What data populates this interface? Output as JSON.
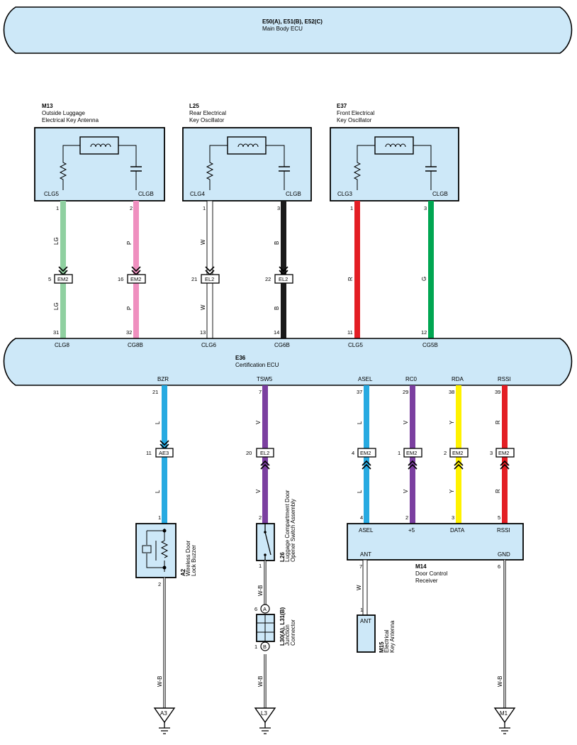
{
  "main_body_ecu": {
    "codes": "E50(A), E51(B), E52(C)",
    "name": "Main Body ECU"
  },
  "certification_ecu": {
    "code": "E36",
    "name": "Certification ECU",
    "top_terminals": [
      "CLG8",
      "CG8B",
      "CLG6",
      "CG6B",
      "CLG5",
      "CG5B"
    ],
    "top_pins": [
      "31",
      "32",
      "13",
      "14",
      "11",
      "12"
    ],
    "bottom_terminals": [
      "BZR",
      "TSW5",
      "ASEL",
      "RC0",
      "RDA",
      "RSSI"
    ],
    "bottom_pins": [
      "21",
      "7",
      "37",
      "29",
      "38",
      "39"
    ]
  },
  "oscillators": [
    {
      "code": "M13",
      "line1": "Outside Luggage",
      "line2": "Electrical Key Antenna",
      "left_terminal": "CLG5",
      "right_terminal": "CLGB",
      "left_pin": "1",
      "right_pin": "2"
    },
    {
      "code": "L25",
      "line1": "Rear Electrical",
      "line2": "Key Oscillator",
      "left_terminal": "CLG4",
      "right_terminal": "CLGB",
      "left_pin": "1",
      "right_pin": "3"
    },
    {
      "code": "E37",
      "line1": "Front Electrical",
      "line2": "Key Oscillator",
      "left_terminal": "CLG3",
      "right_terminal": "CLGB",
      "left_pin": "1",
      "right_pin": "3"
    }
  ],
  "upper_wires": [
    {
      "color_code": "LG",
      "color": "#8fd0a0",
      "conn": "EM2",
      "conn_pin": "5"
    },
    {
      "color_code": "P",
      "color": "#ef8fbf",
      "conn": "EM2",
      "conn_pin": "16"
    },
    {
      "color_code": "W",
      "color": "#ffffff",
      "conn": "EL2",
      "conn_pin": "21"
    },
    {
      "color_code": "B",
      "color": "#1a1a1a",
      "conn": "EL2",
      "conn_pin": "22"
    },
    {
      "color_code": "R",
      "color": "#e31e24"
    },
    {
      "color_code": "G",
      "color": "#00a651"
    }
  ],
  "lower_wires": [
    {
      "color_code": "L",
      "color": "#27aae1",
      "conn": "AE3",
      "conn_pin": "11",
      "end_pin": "1"
    },
    {
      "color_code": "V",
      "color": "#7b3fa0",
      "conn": "EL2",
      "conn_pin": "20",
      "end_pin": "2"
    },
    {
      "color_code": "L",
      "color": "#27aae1",
      "conn": "EM2",
      "conn_pin": "4",
      "end_pin": "4"
    },
    {
      "color_code": "V",
      "color": "#7b3fa0",
      "conn": "EM2",
      "conn_pin": "1",
      "end_pin": "2"
    },
    {
      "color_code": "Y",
      "color": "#fff200",
      "conn": "EM2",
      "conn_pin": "2",
      "end_pin": "3"
    },
    {
      "color_code": "R",
      "color": "#e31e24",
      "conn": "EM2",
      "conn_pin": "3",
      "end_pin": "5"
    }
  ],
  "buzzer": {
    "code": "A2",
    "line1": "Wireless Door",
    "line2": "Lock Buzzer",
    "pin_bottom": "2"
  },
  "switch": {
    "code": "L26",
    "line1": "Luggage Compartment Door",
    "line2": "Opener Switch Assembly",
    "pin_bottom": "1"
  },
  "junction": {
    "code": "L30(A), L31(B)",
    "line1": "Junction",
    "line2": "Connector",
    "pin_a": "6",
    "pin_b": "1",
    "label_a": "A",
    "label_b": "B"
  },
  "receiver": {
    "code": "M14",
    "line1": "Door Control",
    "line2": "Receiver",
    "terminals": [
      "ASEL",
      "+5",
      "DATA",
      "RSSI"
    ],
    "ant_label": "ANT",
    "gnd_label": "GND",
    "ant_pin": "7",
    "gnd_pin": "6"
  },
  "antenna": {
    "code": "M15",
    "line1": "Electrical",
    "line2": "Key Antenna",
    "label": "ANT",
    "pin": "1",
    "wire_code": "W"
  },
  "grounds": {
    "wire_code": "W-B",
    "labels": [
      "A3",
      "L3",
      "M1"
    ]
  }
}
